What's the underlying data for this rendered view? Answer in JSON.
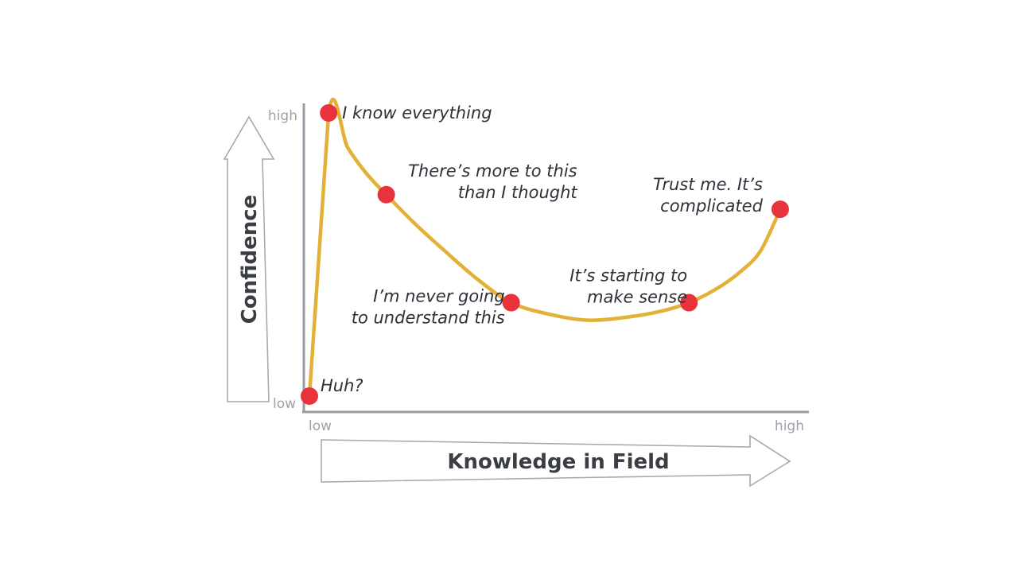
{
  "chart_data": {
    "type": "line",
    "title": "",
    "xlabel": "Knowledge in Field",
    "ylabel": "Confidence",
    "x_ticks": [
      "low",
      "high"
    ],
    "y_ticks": [
      "low",
      "high"
    ],
    "xlim": [
      0,
      100
    ],
    "ylim": [
      0,
      100
    ],
    "grid": false,
    "colors": {
      "curve": "#e2b136",
      "point": "#e8323c",
      "axis": "#9a9aa4",
      "arrow": "#a9a9a9"
    },
    "points": [
      {
        "x": 0,
        "y": 3,
        "label": "Huh?"
      },
      {
        "x": 4,
        "y": 100,
        "label": "I know everything"
      },
      {
        "x": 16,
        "y": 72,
        "label": "There’s more to this than I thought"
      },
      {
        "x": 42,
        "y": 35,
        "label": "I’m never going to understand this"
      },
      {
        "x": 79,
        "y": 35,
        "label": "It’s starting to make sense"
      },
      {
        "x": 98,
        "y": 67,
        "label": "Trust me. It’s complicated"
      }
    ],
    "curve": [
      [
        0,
        3
      ],
      [
        4,
        100
      ],
      [
        8,
        88
      ],
      [
        12,
        79
      ],
      [
        16,
        72
      ],
      [
        22,
        62
      ],
      [
        28,
        53
      ],
      [
        35,
        43
      ],
      [
        42,
        35
      ],
      [
        50,
        31
      ],
      [
        58,
        29
      ],
      [
        66,
        30
      ],
      [
        73,
        32
      ],
      [
        79,
        35
      ],
      [
        85,
        40
      ],
      [
        90,
        46
      ],
      [
        94,
        53
      ],
      [
        98,
        67
      ]
    ]
  }
}
